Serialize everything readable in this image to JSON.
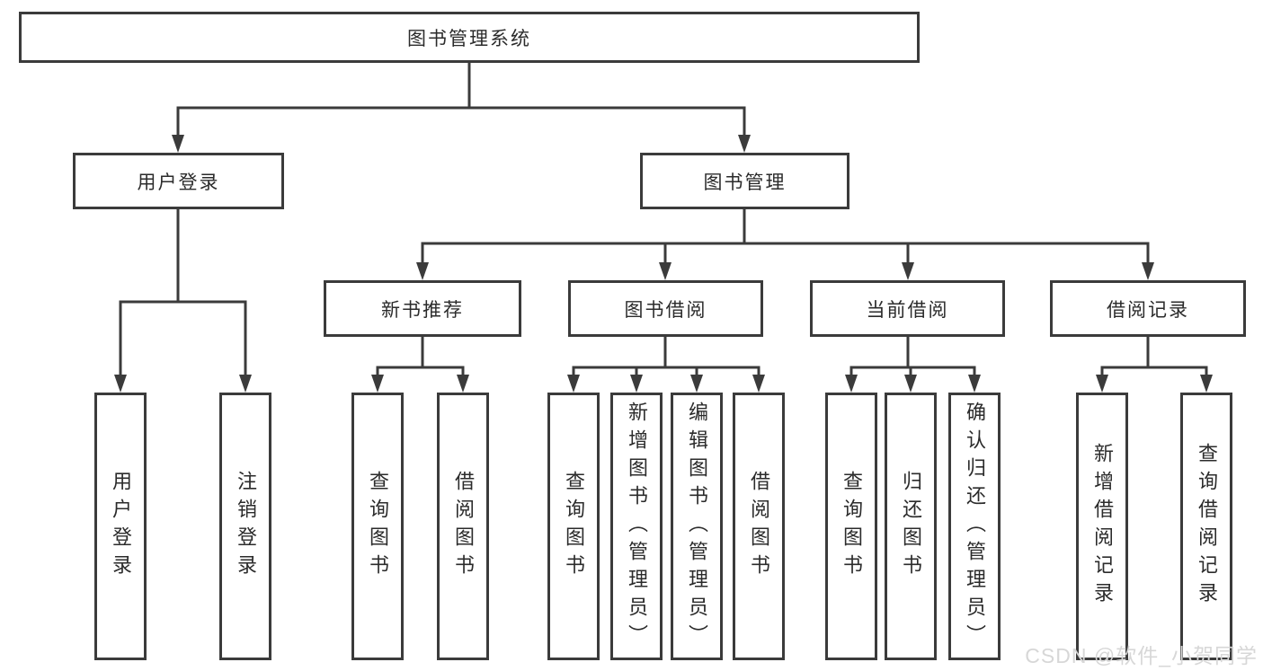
{
  "diagram": {
    "root": {
      "label": "图书管理系统"
    },
    "level2": [
      {
        "id": "user-login",
        "label": "用户登录"
      },
      {
        "id": "book-management",
        "label": "图书管理"
      }
    ],
    "level3": [
      {
        "id": "new-book-recommend",
        "label": "新书推荐"
      },
      {
        "id": "book-borrow",
        "label": "图书借阅"
      },
      {
        "id": "current-borrow",
        "label": "当前借阅"
      },
      {
        "id": "borrow-record",
        "label": "借阅记录"
      }
    ],
    "leaf_groups": [
      {
        "parent": "用户登录",
        "items": [
          "用户登录",
          "注销登录"
        ]
      },
      {
        "parent": "新书推荐",
        "items": [
          "查询图书",
          "借阅图书"
        ]
      },
      {
        "parent": "图书借阅",
        "items": [
          "查询图书",
          "新增图书（管理员）",
          "编辑图书（管理员）",
          "借阅图书"
        ]
      },
      {
        "parent": "当前借阅",
        "items": [
          "查询图书",
          "归还图书",
          "确认归还（管理员）"
        ]
      },
      {
        "parent": "借阅记录",
        "items": [
          "新增借阅记录",
          "查询借阅记录"
        ]
      }
    ]
  },
  "watermark": {
    "text": "CSDN @软件_小贺同学"
  },
  "colors": {
    "line": "#3b3b3b",
    "text": "#2b2b2b",
    "background": "#ffffff",
    "watermark": "#d7d7d7"
  }
}
